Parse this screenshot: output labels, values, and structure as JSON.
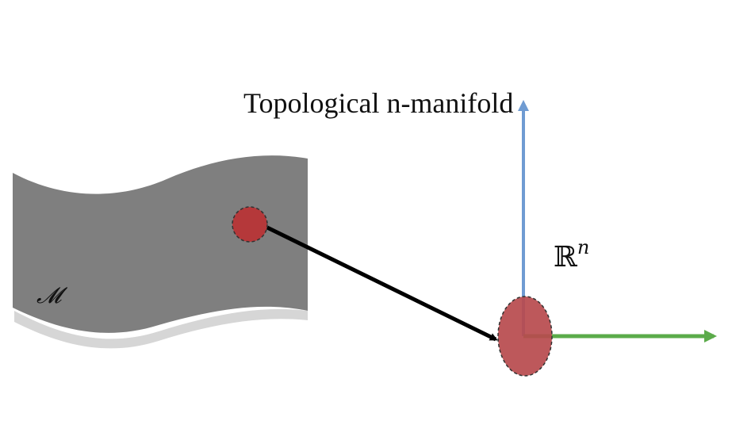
{
  "diagram": {
    "title": "Topological n-manifold",
    "manifold_label": "𝓜",
    "space_label_base": "ℝ",
    "space_label_exponent": "n",
    "colors": {
      "manifold_fill": "#7f7f7f",
      "manifold_shadow": "#d6d6d6",
      "point_fill": "#b5383a",
      "image_point_fill": "#b74a4d",
      "dashed_outline": "#333333",
      "map_arrow": "#000000",
      "vertical_axis": "#6f9bd2",
      "horizontal_axis": "#5bab4a"
    }
  }
}
